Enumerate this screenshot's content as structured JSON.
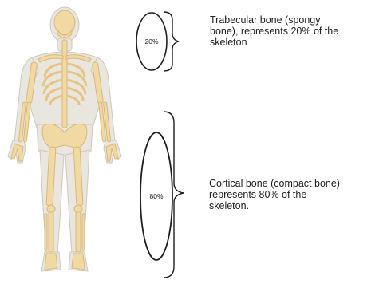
{
  "figure": {
    "trabecular": {
      "percent_label": "20%",
      "percent_value": 20,
      "caption_lines": [
        "Trabecular bone (spongy",
        "bone), represents 20% of the",
        "skeleton"
      ]
    },
    "cortical": {
      "percent_label": "80%",
      "percent_value": 80,
      "caption_lines": [
        "Cortical bone (compact bone)",
        "represents 80% of the",
        "skeleton."
      ]
    },
    "colors": {
      "skin": "#e9e5df",
      "skin_outline": "#c9c2b8",
      "bone": "#f1d9a4",
      "bone_outline": "#d8b878",
      "line": "#1e1e1e"
    }
  }
}
